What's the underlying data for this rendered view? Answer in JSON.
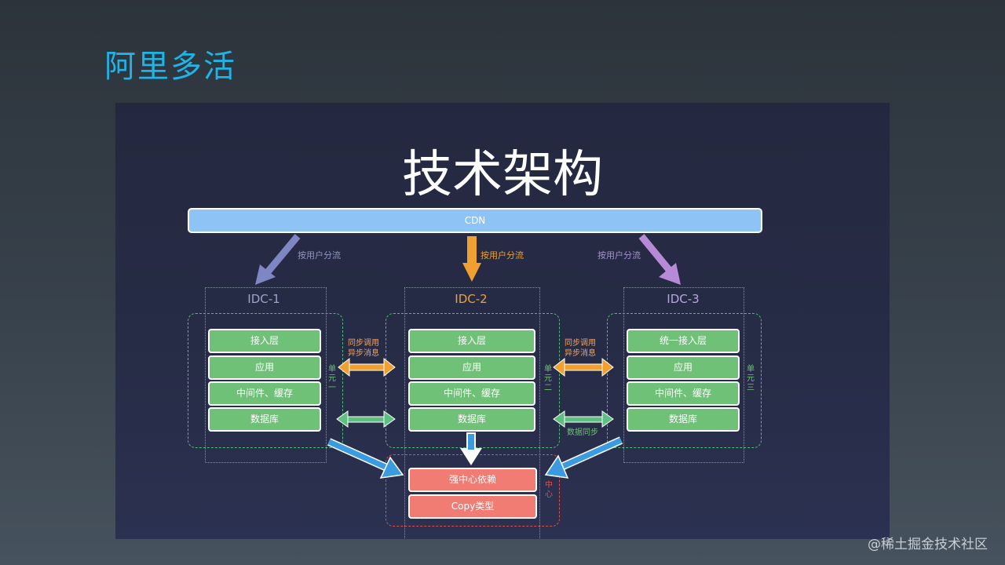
{
  "page": {
    "title": "阿里多活"
  },
  "slide": {
    "title": "技术架构",
    "cdn": "CDN",
    "flow_label": "按用户分流",
    "idcs": [
      {
        "name": "IDC-1",
        "layers": [
          "接入层",
          "应用",
          "中间件、缓存",
          "数据库"
        ],
        "unit": "单元一"
      },
      {
        "name": "IDC-2",
        "layers": [
          "接入层",
          "应用",
          "中间件、缓存",
          "数据库"
        ],
        "unit": "单元二"
      },
      {
        "name": "IDC-3",
        "layers": [
          "统一接入层",
          "应用",
          "中间件、缓存",
          "数据库"
        ],
        "unit": "单元三"
      }
    ],
    "sync_call_1": "同步调用",
    "async_msg_1": "异步消息",
    "sync_call_2": "同步调用",
    "async_msg_2": "异步消息",
    "data_sync": "数据同步",
    "center": {
      "label": "中心",
      "items": [
        "强中心依赖",
        "Copy类型"
      ]
    }
  },
  "colors": {
    "title_blue": "#1eb4e8",
    "layer_green": "#6ec177",
    "center_red": "#f07c74",
    "arrow_orange": "#f0a030",
    "arrow_purple": "#b68ad6",
    "arrow_slate": "#7e86c4",
    "arrow_blue": "#3a9be0"
  },
  "watermark": "@稀土掘金技术社区"
}
